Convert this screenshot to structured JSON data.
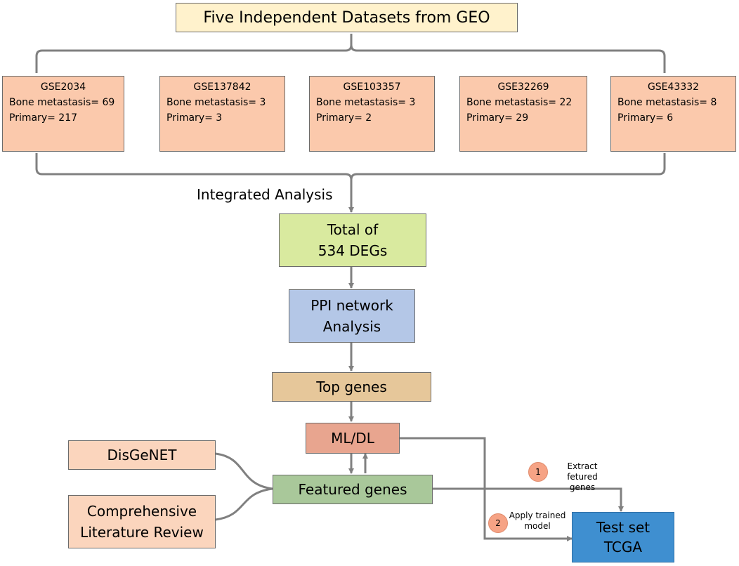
{
  "title": "Five Independent Datasets from GEO",
  "datasets": [
    {
      "name": "GSE2034",
      "bone": "Bone metastasis= 69",
      "primary": "Primary= 217"
    },
    {
      "name": "GSE137842",
      "bone": "Bone metastasis= 3",
      "primary": "Primary= 3"
    },
    {
      "name": "GSE103357",
      "bone": "Bone metastasis= 3",
      "primary": "Primary= 2"
    },
    {
      "name": "GSE32269",
      "bone": "Bone metastasis= 22",
      "primary": "Primary= 29"
    },
    {
      "name": "GSE43332",
      "bone": "Bone metastasis= 8",
      "primary": "Primary= 6"
    }
  ],
  "integrated_label": "Integrated Analysis",
  "degs": {
    "line1": "Total of",
    "line2": "534 DEGs"
  },
  "ppi": {
    "line1": "PPI network",
    "line2": "Analysis"
  },
  "top_genes": "Top genes",
  "ml_dl": "ML/DL",
  "disgenet": "DisGeNET",
  "review": {
    "line1": "Comprehensive",
    "line2": "Literature Review"
  },
  "featured": "Featured genes",
  "step1": {
    "num": "1",
    "line1": "Extract fetured",
    "line2": "genes"
  },
  "step2": {
    "num": "2",
    "line1": "Apply trained",
    "line2": "model"
  },
  "test": {
    "line1": "Test set",
    "line2": "TCGA"
  },
  "colors": {
    "title_fill": "#fff2cc",
    "dataset_fill": "#fbc9ac",
    "degs_fill": "#d9ea9f",
    "ppi_fill": "#b4c7e7",
    "top_genes_fill": "#e6c79a",
    "ml_fill": "#e8a58f",
    "source_fill": "#fbd5bd",
    "featured_fill": "#a9c89a",
    "test_fill": "#3f8fd0",
    "line": "#808080"
  }
}
